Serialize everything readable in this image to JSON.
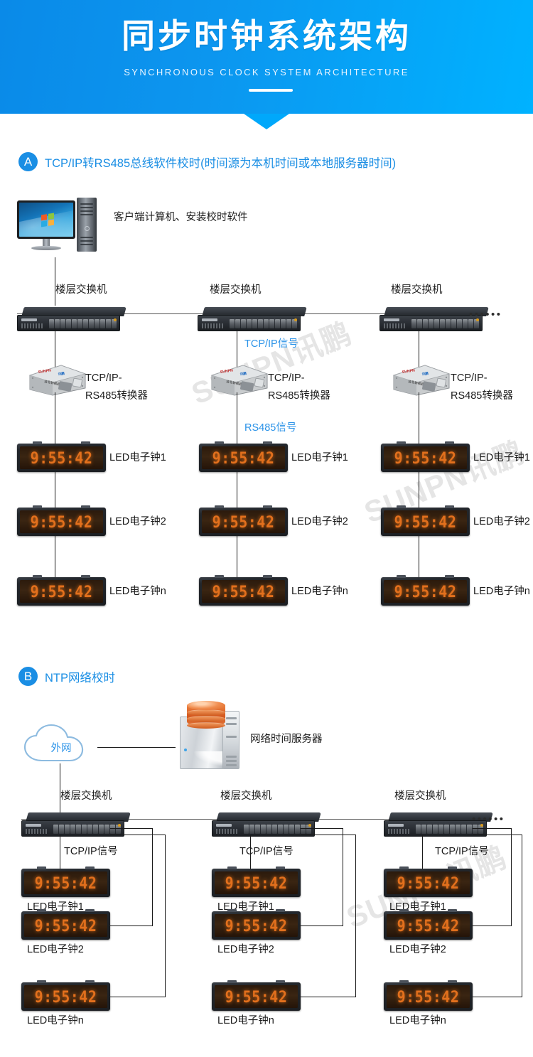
{
  "banner": {
    "title": "同步时钟系统架构",
    "subtitle": "SYNCHRONOUS CLOCK SYSTEM ARCHITECTURE",
    "accent_color": "#0c96ef",
    "accent_color_right": "#00b2ff"
  },
  "watermark": {
    "text": "SUNPN讯鹏"
  },
  "section_a": {
    "badge": "A",
    "title": "TCP/IP转RS485总线软件校时(时间源为本机时间或本地服务器时间)",
    "pc_label": "客户端计算机、安装校时软件",
    "switch_label": "楼层交换机",
    "ellipsis": "••••••",
    "converter_label_line1": "TCP/IP-",
    "converter_label_line2": "RS485转换器",
    "signal_tcpip": "TCP/IP信号",
    "signal_rs485": "RS485信号",
    "clock_time": "9:55:42",
    "columns": [
      {
        "switch_label": "楼层交换机",
        "clocks": [
          {
            "time": "9:55:42",
            "label": "LED电子钟1"
          },
          {
            "time": "9:55:42",
            "label": "LED电子钟2"
          },
          {
            "time": "9:55:42",
            "label": "LED电子钟n"
          }
        ]
      },
      {
        "switch_label": "楼层交换机",
        "clocks": [
          {
            "time": "9:55:42",
            "label": "LED电子钟1"
          },
          {
            "time": "9:55:42",
            "label": "LED电子钟2"
          },
          {
            "time": "9:55:42",
            "label": "LED电子钟n"
          }
        ]
      },
      {
        "switch_label": "楼层交换机",
        "clocks": [
          {
            "time": "9:55:42",
            "label": "LED电子钟1"
          },
          {
            "time": "9:55:42",
            "label": "LED电子钟2"
          },
          {
            "time": "9:55:42",
            "label": "LED电子钟n"
          }
        ]
      }
    ]
  },
  "section_b": {
    "badge": "B",
    "title": "NTP网络校时",
    "cloud_label": "外网",
    "server_label": "网络时间服务器",
    "switch_label": "楼层交换机",
    "ellipsis": "••••••",
    "signal_tcpip": "TCP/IP信号",
    "columns": [
      {
        "switch_label": "楼层交换机",
        "signal": "TCP/IP信号",
        "clocks": [
          {
            "time": "9:55:42",
            "label": "LED电子钟1"
          },
          {
            "time": "9:55:42",
            "label": "LED电子钟2"
          },
          {
            "time": "9:55:42",
            "label": "LED电子钟n"
          }
        ]
      },
      {
        "switch_label": "楼层交换机",
        "signal": "TCP/IP信号",
        "clocks": [
          {
            "time": "9:55:42",
            "label": "LED电子钟1"
          },
          {
            "time": "9:55:42",
            "label": "LED电子钟2"
          },
          {
            "time": "9:55:42",
            "label": "LED电子钟n"
          }
        ]
      },
      {
        "switch_label": "楼层交换机",
        "signal": "TCP/IP信号",
        "clocks": [
          {
            "time": "9:55:42",
            "label": "LED电子钟1"
          },
          {
            "time": "9:55:42",
            "label": "LED电子钟2"
          },
          {
            "time": "9:55:42",
            "label": "LED电子钟n"
          }
        ]
      }
    ]
  }
}
